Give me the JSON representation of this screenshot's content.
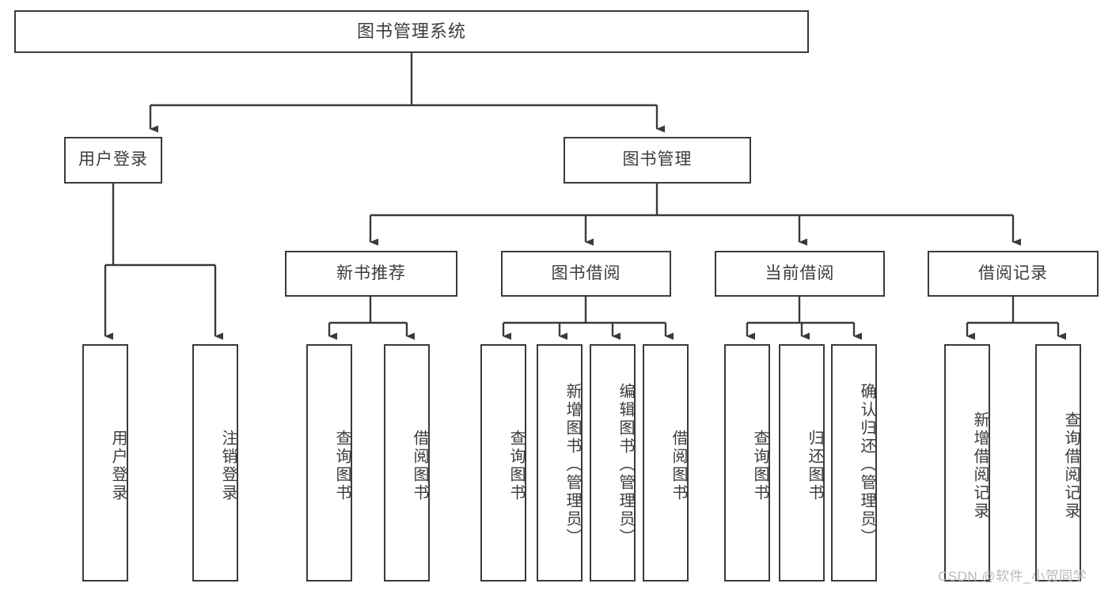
{
  "diagram": {
    "title": "图书管理系统",
    "watermark": "CSDN @软件_小贺同学",
    "colors": {
      "background": "#ffffff",
      "node_border": "#3a3a3a",
      "node_fill": "#ffffff",
      "text": "#3c3c3c",
      "edge": "#3a3a3a",
      "watermark": "#b9b9b9"
    },
    "root": {
      "label": "图书管理系统"
    },
    "level2": [
      {
        "label": "用户登录"
      },
      {
        "label": "图书管理"
      }
    ],
    "level3": [
      {
        "label": "新书推荐"
      },
      {
        "label": "图书借阅"
      },
      {
        "label": "当前借阅"
      },
      {
        "label": "借阅记录"
      }
    ],
    "leaves": {
      "user_login": [
        {
          "label": "用户登录"
        },
        {
          "label": "注销登录"
        }
      ],
      "new_book_recommend": [
        {
          "label": "查询图书"
        },
        {
          "label": "借阅图书"
        }
      ],
      "book_borrow": [
        {
          "label": "查询图书"
        },
        {
          "label": "新增图书（管理员）"
        },
        {
          "label": "编辑图书（管理员）"
        },
        {
          "label": "借阅图书"
        }
      ],
      "current_borrow": [
        {
          "label": "查询图书"
        },
        {
          "label": "归还图书"
        },
        {
          "label": "确认归还（管理员）"
        }
      ],
      "borrow_record": [
        {
          "label": "新增借阅记录"
        },
        {
          "label": "查询借阅记录"
        }
      ]
    }
  }
}
